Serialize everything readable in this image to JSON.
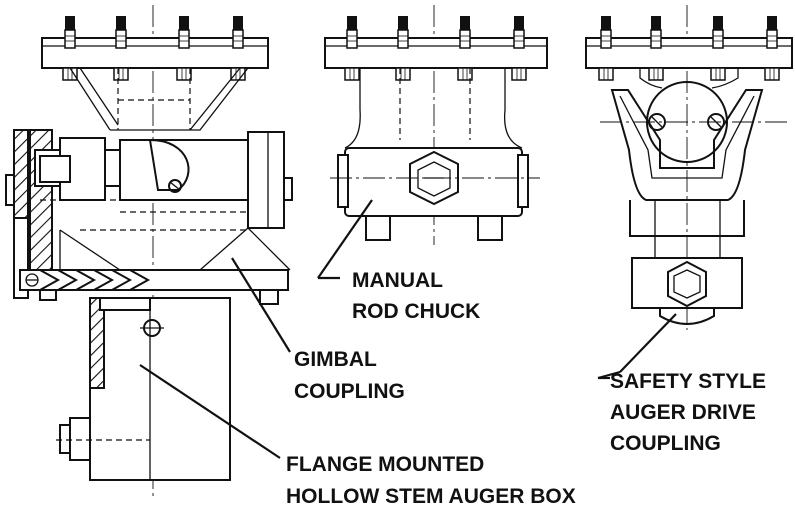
{
  "labels": {
    "gimbal_line1": "GIMBAL",
    "gimbal_line2": "COUPLING",
    "flange_line1": "FLANGE MOUNTED",
    "flange_line2": "HOLLOW STEM AUGER BOX",
    "manual_line1": "MANUAL",
    "manual_line2": "ROD CHUCK",
    "safety_line1": "SAFETY STYLE",
    "safety_line2": "AUGER DRIVE",
    "safety_line3": "COUPLING"
  },
  "colors": {
    "ink": "#111111",
    "background": "#ffffff"
  }
}
